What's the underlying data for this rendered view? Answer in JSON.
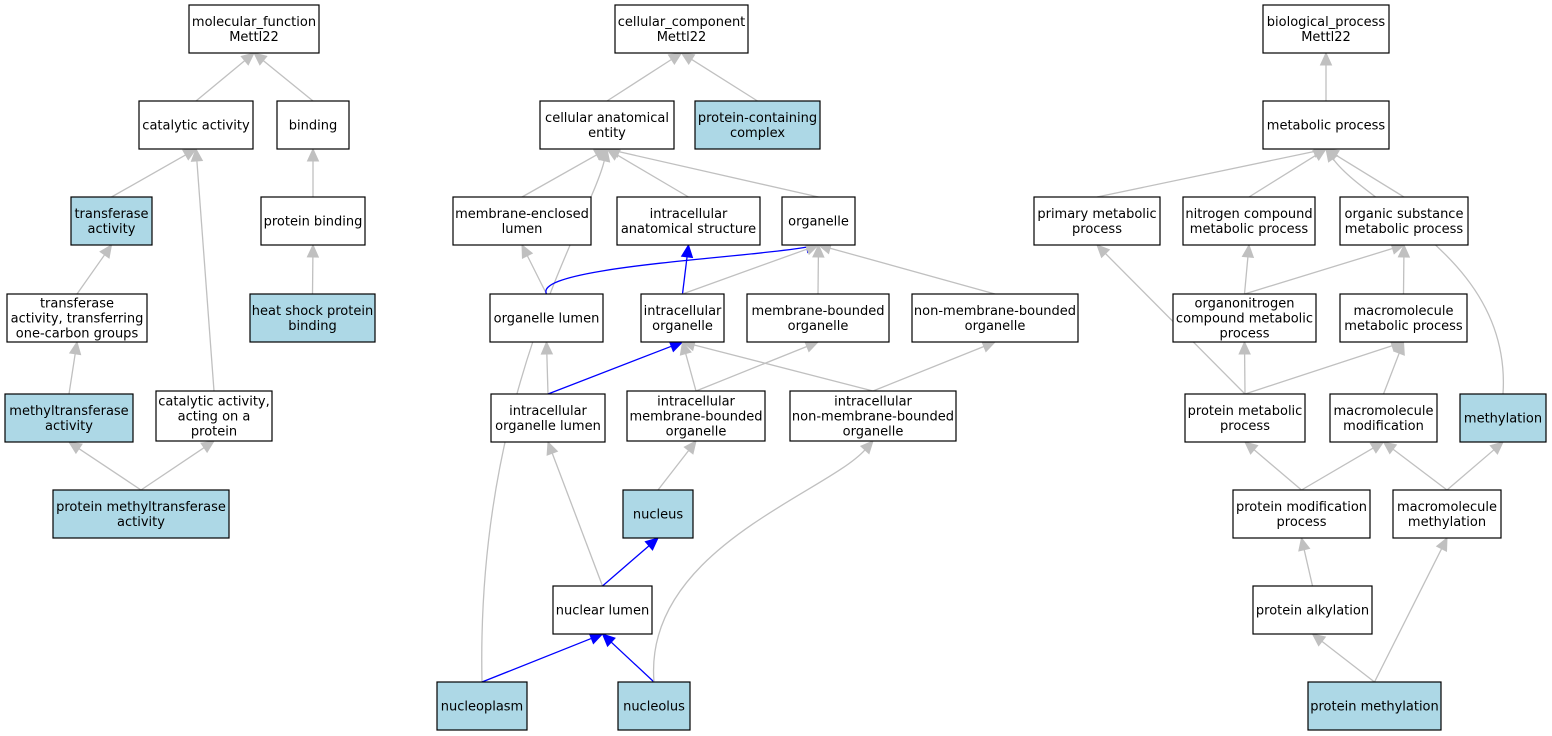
{
  "colors": {
    "highlight_fill": "#add8e6",
    "default_fill": "#ffffff",
    "edge_default": "#c0c0c0",
    "edge_partof": "#0000ff",
    "border": "#000000"
  },
  "nodes": {
    "mf_root": {
      "lines": [
        "molecular_function",
        "Mettl22"
      ],
      "hl": false
    },
    "cat": {
      "lines": [
        "catalytic activity"
      ],
      "hl": false
    },
    "bind": {
      "lines": [
        "binding"
      ],
      "hl": false
    },
    "trans": {
      "lines": [
        "transferase",
        "activity"
      ],
      "hl": true
    },
    "pbind": {
      "lines": [
        "protein binding"
      ],
      "hl": false
    },
    "trans1c": {
      "lines": [
        "transferase",
        "activity, transferring",
        "one-carbon groups"
      ],
      "hl": false
    },
    "hsp": {
      "lines": [
        "heat shock protein",
        "binding"
      ],
      "hl": true
    },
    "mtase": {
      "lines": [
        "methyltransferase",
        "activity"
      ],
      "hl": true
    },
    "catprot": {
      "lines": [
        "catalytic activity,",
        "acting on a",
        "protein"
      ],
      "hl": false
    },
    "pmtase": {
      "lines": [
        "protein methyltransferase",
        "activity"
      ],
      "hl": true
    },
    "cc_root": {
      "lines": [
        "cellular_component",
        "Mettl22"
      ],
      "hl": false
    },
    "cae": {
      "lines": [
        "cellular anatomical",
        "entity"
      ],
      "hl": false
    },
    "pcc": {
      "lines": [
        "protein-containing",
        "complex"
      ],
      "hl": true
    },
    "mel": {
      "lines": [
        "membrane-enclosed",
        "lumen"
      ],
      "hl": false
    },
    "ias": {
      "lines": [
        "intracellular",
        "anatomical structure"
      ],
      "hl": false
    },
    "org": {
      "lines": [
        "organelle"
      ],
      "hl": false
    },
    "orglum": {
      "lines": [
        "organelle lumen"
      ],
      "hl": false
    },
    "iorg": {
      "lines": [
        "intracellular",
        "organelle"
      ],
      "hl": false
    },
    "mbo": {
      "lines": [
        "membrane-bounded",
        "organelle"
      ],
      "hl": false
    },
    "nmbo": {
      "lines": [
        "non-membrane-bounded",
        "organelle"
      ],
      "hl": false
    },
    "iol": {
      "lines": [
        "intracellular",
        "organelle lumen"
      ],
      "hl": false
    },
    "imbo": {
      "lines": [
        "intracellular",
        "membrane-bounded",
        "organelle"
      ],
      "hl": false
    },
    "inmbo": {
      "lines": [
        "intracellular",
        "non-membrane-bounded",
        "organelle"
      ],
      "hl": false
    },
    "nucleus": {
      "lines": [
        "nucleus"
      ],
      "hl": true
    },
    "nuclum": {
      "lines": [
        "nuclear lumen"
      ],
      "hl": false
    },
    "nucplasm": {
      "lines": [
        "nucleoplasm"
      ],
      "hl": true
    },
    "nucleolus": {
      "lines": [
        "nucleolus"
      ],
      "hl": true
    },
    "bp_root": {
      "lines": [
        "biological_process",
        "Mettl22"
      ],
      "hl": false
    },
    "met": {
      "lines": [
        "metabolic process"
      ],
      "hl": false
    },
    "pmp": {
      "lines": [
        "primary metabolic",
        "process"
      ],
      "hl": false
    },
    "ncmp": {
      "lines": [
        "nitrogen compound",
        "metabolic process"
      ],
      "hl": false
    },
    "osmp": {
      "lines": [
        "organic substance",
        "metabolic process"
      ],
      "hl": false
    },
    "oncmp": {
      "lines": [
        "organonitrogen",
        "compound metabolic",
        "process"
      ],
      "hl": false
    },
    "mmp": {
      "lines": [
        "macromolecule",
        "metabolic process"
      ],
      "hl": false
    },
    "protmet": {
      "lines": [
        "protein metabolic",
        "process"
      ],
      "hl": false
    },
    "mmod": {
      "lines": [
        "macromolecule",
        "modification"
      ],
      "hl": false
    },
    "methyl": {
      "lines": [
        "methylation"
      ],
      "hl": true
    },
    "pmod": {
      "lines": [
        "protein modification",
        "process"
      ],
      "hl": false
    },
    "mmeth": {
      "lines": [
        "macromolecule",
        "methylation"
      ],
      "hl": false
    },
    "palk": {
      "lines": [
        "protein alkylation"
      ],
      "hl": false
    },
    "pmeth": {
      "lines": [
        "protein methylation"
      ],
      "hl": true
    }
  },
  "edges": [
    {
      "from": "cat",
      "to": "mf_root",
      "rel": "is_a"
    },
    {
      "from": "bind",
      "to": "mf_root",
      "rel": "is_a"
    },
    {
      "from": "trans",
      "to": "cat",
      "rel": "is_a"
    },
    {
      "from": "catprot",
      "to": "cat",
      "rel": "is_a"
    },
    {
      "from": "pbind",
      "to": "bind",
      "rel": "is_a"
    },
    {
      "from": "hsp",
      "to": "pbind",
      "rel": "is_a"
    },
    {
      "from": "trans1c",
      "to": "trans",
      "rel": "is_a"
    },
    {
      "from": "mtase",
      "to": "trans1c",
      "rel": "is_a"
    },
    {
      "from": "pmtase",
      "to": "mtase",
      "rel": "is_a"
    },
    {
      "from": "pmtase",
      "to": "catprot",
      "rel": "is_a"
    },
    {
      "from": "cae",
      "to": "cc_root",
      "rel": "is_a"
    },
    {
      "from": "pcc",
      "to": "cc_root",
      "rel": "is_a"
    },
    {
      "from": "mel",
      "to": "cae",
      "rel": "is_a"
    },
    {
      "from": "ias",
      "to": "cae",
      "rel": "is_a"
    },
    {
      "from": "org",
      "to": "cae",
      "rel": "is_a"
    },
    {
      "from": "nucplasm",
      "to": "cae",
      "rel": "is_a"
    },
    {
      "from": "orglum",
      "to": "mel",
      "rel": "is_a"
    },
    {
      "from": "orglum",
      "to": "org",
      "rel": "part_of"
    },
    {
      "from": "iorg",
      "to": "ias",
      "rel": "part_of"
    },
    {
      "from": "iorg",
      "to": "org",
      "rel": "is_a"
    },
    {
      "from": "mbo",
      "to": "org",
      "rel": "is_a"
    },
    {
      "from": "nmbo",
      "to": "org",
      "rel": "is_a"
    },
    {
      "from": "iol",
      "to": "orglum",
      "rel": "is_a"
    },
    {
      "from": "iol",
      "to": "iorg",
      "rel": "part_of"
    },
    {
      "from": "imbo",
      "to": "iorg",
      "rel": "is_a"
    },
    {
      "from": "imbo",
      "to": "mbo",
      "rel": "is_a"
    },
    {
      "from": "inmbo",
      "to": "iorg",
      "rel": "is_a"
    },
    {
      "from": "inmbo",
      "to": "nmbo",
      "rel": "is_a"
    },
    {
      "from": "nucleus",
      "to": "imbo",
      "rel": "is_a"
    },
    {
      "from": "nuclum",
      "to": "iol",
      "rel": "is_a"
    },
    {
      "from": "nuclum",
      "to": "nucleus",
      "rel": "part_of"
    },
    {
      "from": "nucplasm",
      "to": "nuclum",
      "rel": "part_of"
    },
    {
      "from": "nucleolus",
      "to": "nuclum",
      "rel": "part_of"
    },
    {
      "from": "nucleolus",
      "to": "inmbo",
      "rel": "is_a"
    },
    {
      "from": "met",
      "to": "bp_root",
      "rel": "is_a"
    },
    {
      "from": "pmp",
      "to": "met",
      "rel": "is_a"
    },
    {
      "from": "ncmp",
      "to": "met",
      "rel": "is_a"
    },
    {
      "from": "osmp",
      "to": "met",
      "rel": "is_a"
    },
    {
      "from": "methyl",
      "to": "met",
      "rel": "is_a"
    },
    {
      "from": "oncmp",
      "to": "ncmp",
      "rel": "is_a"
    },
    {
      "from": "oncmp",
      "to": "osmp",
      "rel": "is_a"
    },
    {
      "from": "mmp",
      "to": "osmp",
      "rel": "is_a"
    },
    {
      "from": "protmet",
      "to": "pmp",
      "rel": "is_a"
    },
    {
      "from": "protmet",
      "to": "oncmp",
      "rel": "is_a"
    },
    {
      "from": "protmet",
      "to": "mmp",
      "rel": "is_a"
    },
    {
      "from": "mmod",
      "to": "mmp",
      "rel": "is_a"
    },
    {
      "from": "pmod",
      "to": "protmet",
      "rel": "is_a"
    },
    {
      "from": "pmod",
      "to": "mmod",
      "rel": "is_a"
    },
    {
      "from": "mmeth",
      "to": "mmod",
      "rel": "is_a"
    },
    {
      "from": "mmeth",
      "to": "methyl",
      "rel": "is_a"
    },
    {
      "from": "palk",
      "to": "pmod",
      "rel": "is_a"
    },
    {
      "from": "pmeth",
      "to": "palk",
      "rel": "is_a"
    },
    {
      "from": "pmeth",
      "to": "mmeth",
      "rel": "is_a"
    }
  ]
}
